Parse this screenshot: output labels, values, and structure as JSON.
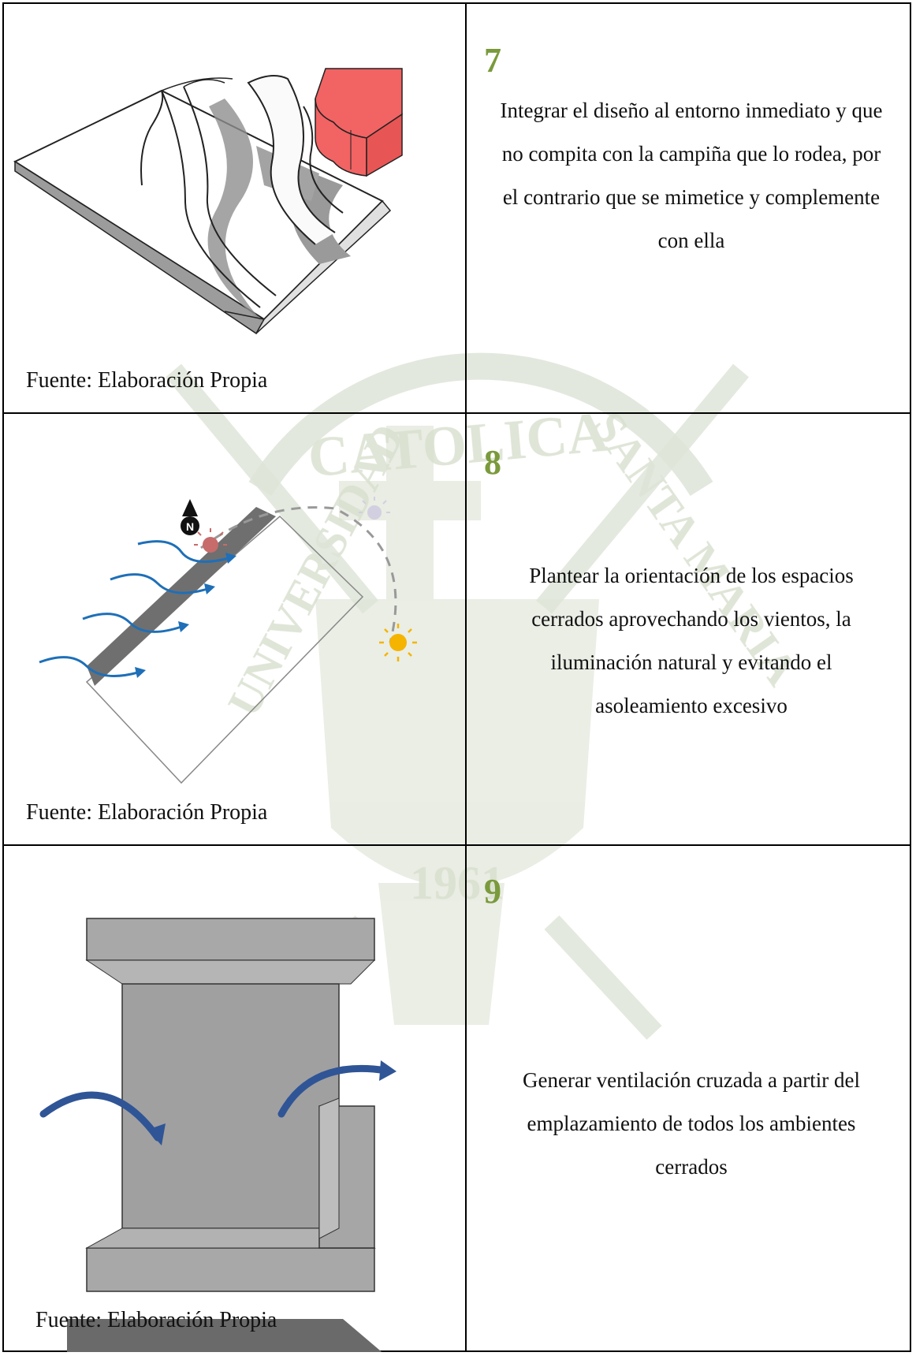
{
  "rows": [
    {
      "number": "7",
      "description": "Integrar el diseño al entorno inmediato y que no compita con la campiña que lo rodea, por el contrario que se mimetice y complemente con ella",
      "source": "Fuente: Elaboración Propia",
      "figure": "landscape-wave-block-sketch"
    },
    {
      "number": "8",
      "description": "Plantear la orientación de los espacios cerrados aprovechando los vientos, la iluminación natural y evitando el asoleamiento excesivo",
      "source": "Fuente: Elaboración Propia",
      "figure": "orientation-sun-wind-diagram",
      "north_label": "N"
    },
    {
      "number": "9",
      "description": "Generar ventilación cruzada a partir del emplazamiento de todos los ambientes cerrados",
      "source": "Fuente: Elaboración Propia",
      "figure": "cross-ventilation-plan"
    }
  ],
  "watermark": {
    "arc_text_top": "CATOLICA",
    "arc_text_left": "UNIVERSIDAD",
    "arc_text_right": "SANTA MARIA",
    "year": "1961"
  },
  "colors": {
    "number_green": "#7a9a3c",
    "block_red": "#f26363",
    "wind_blue": "#1e6fb8",
    "sun_yellow": "#f5b400"
  }
}
